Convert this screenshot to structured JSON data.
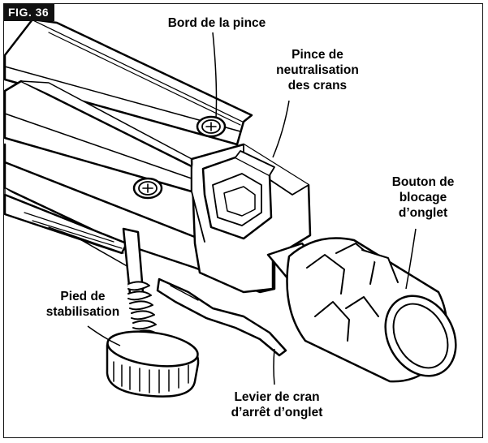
{
  "figure": {
    "label": "FIG. 36",
    "callouts": {
      "clamp_edge": "Bord de la pince",
      "detent_override_clamp": "Pince de\nneutralisation\ndes crans",
      "miter_lock_knob": "Bouton de\nblocage\nd’onglet",
      "stabilizer_foot": "Pied de\nstabilisation",
      "miter_detent_lever": "Levier de cran\nd’arrêt d’onglet"
    }
  }
}
